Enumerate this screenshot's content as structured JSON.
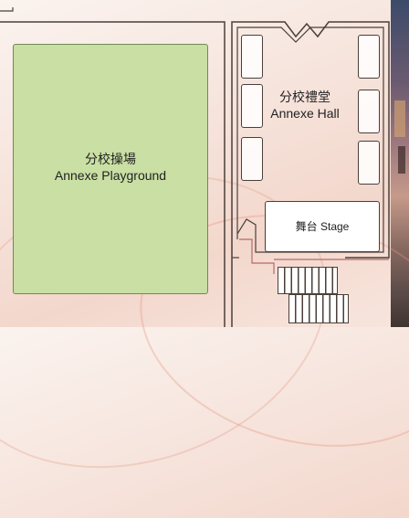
{
  "playground": {
    "label_zh": "分校操場",
    "label_en": "Annexe Playground"
  },
  "hall": {
    "label_zh": "分校禮堂",
    "label_en": "Annexe Hall"
  },
  "stage": {
    "label": "舞台 Stage"
  },
  "colors": {
    "playground_fill": "#c9dfa3",
    "wall_line": "#4a3f3a",
    "background": "#f6e4dc"
  }
}
